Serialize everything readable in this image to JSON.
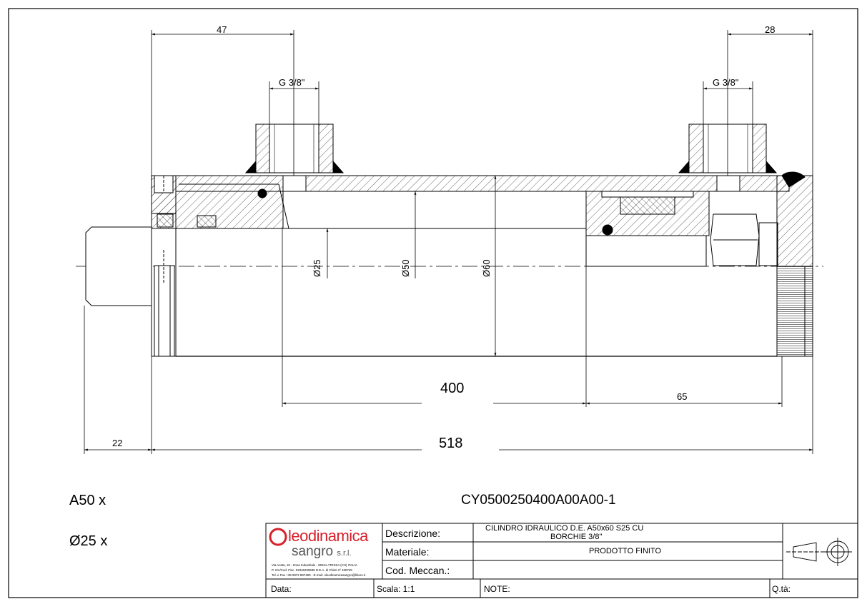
{
  "dimensions": {
    "d47": "47",
    "d28": "28",
    "port_left": "G 3/8\"",
    "port_right": "G 3/8\"",
    "dia_rod": "Ø25",
    "dia_bore": "Ø50",
    "dia_outer": "Ø60",
    "stroke": "400",
    "d65": "65",
    "d22": "22",
    "total": "518"
  },
  "part": {
    "a_label": "A50 x",
    "rod_label": "Ø25 x",
    "code": "CY0500250400A00A00-1"
  },
  "title_block": {
    "company_line1": "leodinamica",
    "company_line2": "sangro",
    "company_suffix": "s.r.l.",
    "company_addr1": "Via Aosta, 18 - Zona Industriale - 66041 ATESSA (CH) ITALIA",
    "company_addr2": "P. IVA/Cod. Fisc. 02346230699 R.E.A. di Chieti nº 155729",
    "company_addr3": "Tel. e Fax +39 0872 897480 - E-mail: oleodinamicasangro@libero.it",
    "desc_label": "Descrizione:",
    "desc_value_1": "CILINDRO IDRAULICO D.E. A50x60 S25 CU",
    "desc_value_2": "BORCHIE 3/8\"",
    "mat_label": "Materiale:",
    "mat_value": "PRODOTTO FINITO",
    "cod_label": "Cod. Meccan.:",
    "data_label": "Data:",
    "scala_label": "Scala: 1:1",
    "note_label": "NOTE:",
    "qta_label": "Q.tà:"
  },
  "colors": {
    "logo_red": "#d8202a",
    "logo_gray": "#555555",
    "line": "#000000"
  }
}
